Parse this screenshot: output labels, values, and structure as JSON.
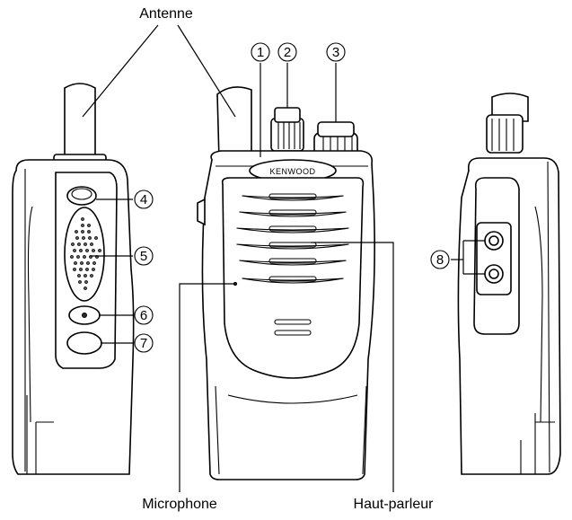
{
  "labels": {
    "antenna": "Antenne",
    "microphone": "Microphone",
    "speaker": "Haut-parleur"
  },
  "callouts": {
    "c1": "1",
    "c2": "2",
    "c3": "3",
    "c4": "4",
    "c5": "5",
    "c6": "6",
    "c7": "7",
    "c8": "8"
  },
  "brand": "KENWOOD"
}
